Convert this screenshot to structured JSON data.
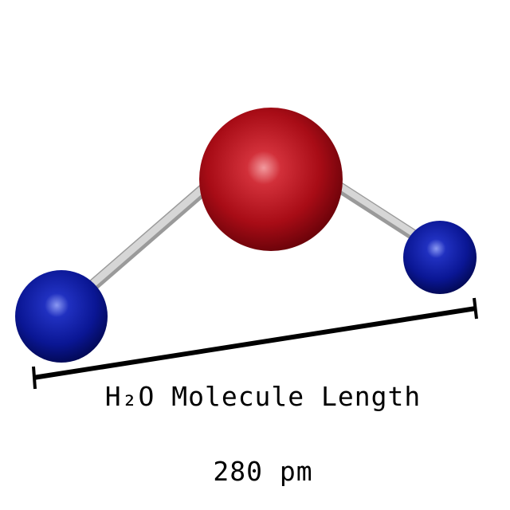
{
  "diagram": {
    "title": "H₂O Molecule Length",
    "measurement": "280 pm",
    "atoms": [
      {
        "element": "oxygen",
        "color": "#b0101a"
      },
      {
        "element": "hydrogen",
        "color": "#0a1aa0"
      },
      {
        "element": "hydrogen",
        "color": "#0a1aa0"
      }
    ],
    "bond_color": "#c8c8c8",
    "scale_bar_color": "#000000"
  }
}
